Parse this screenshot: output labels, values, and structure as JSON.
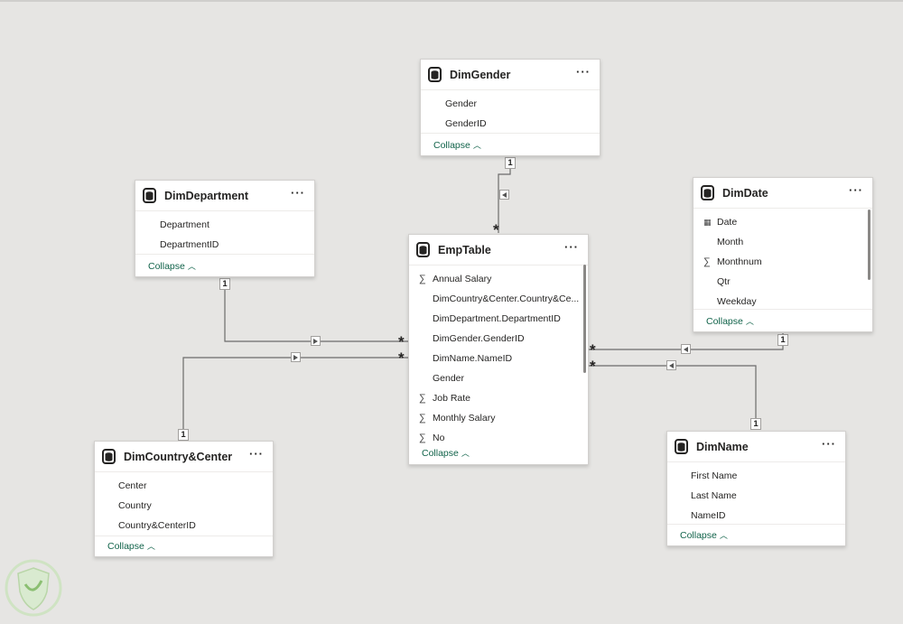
{
  "tables": {
    "gender": {
      "title": "DimGender",
      "fields": [
        {
          "name": "Gender",
          "icon": ""
        },
        {
          "name": "GenderID",
          "icon": ""
        }
      ],
      "collapse": "Collapse"
    },
    "department": {
      "title": "DimDepartment",
      "fields": [
        {
          "name": "Department",
          "icon": ""
        },
        {
          "name": "DepartmentID",
          "icon": ""
        }
      ],
      "collapse": "Collapse"
    },
    "emp": {
      "title": "EmpTable",
      "fields": [
        {
          "name": "Annual Salary",
          "icon": "sigma"
        },
        {
          "name": "DimCountry&Center.Country&Ce...",
          "icon": ""
        },
        {
          "name": "DimDepartment.DepartmentID",
          "icon": ""
        },
        {
          "name": "DimGender.GenderID",
          "icon": ""
        },
        {
          "name": "DimName.NameID",
          "icon": ""
        },
        {
          "name": "Gender",
          "icon": ""
        },
        {
          "name": "Job Rate",
          "icon": "sigma"
        },
        {
          "name": "Monthly Salary",
          "icon": "sigma"
        },
        {
          "name": "No",
          "icon": "sigma"
        }
      ],
      "collapse": "Collapse"
    },
    "date": {
      "title": "DimDate",
      "fields": [
        {
          "name": "Date",
          "icon": "calendar"
        },
        {
          "name": "Month",
          "icon": ""
        },
        {
          "name": "Monthnum",
          "icon": "sigma"
        },
        {
          "name": "Qtr",
          "icon": ""
        },
        {
          "name": "Weekday",
          "icon": ""
        }
      ],
      "collapse": "Collapse"
    },
    "country": {
      "title": "DimCountry&Center",
      "fields": [
        {
          "name": "Center",
          "icon": ""
        },
        {
          "name": "Country",
          "icon": ""
        },
        {
          "name": "Country&CenterID",
          "icon": ""
        }
      ],
      "collapse": "Collapse"
    },
    "name": {
      "title": "DimName",
      "fields": [
        {
          "name": "First Name",
          "icon": ""
        },
        {
          "name": "Last Name",
          "icon": ""
        },
        {
          "name": "NameID",
          "icon": ""
        }
      ],
      "collapse": "Collapse"
    }
  },
  "cardinality": {
    "one": "1",
    "many": "*"
  },
  "more_label": "···",
  "colors": {
    "canvas": "#e6e5e3",
    "link": "#11634a",
    "line": "#6b6b6b"
  }
}
